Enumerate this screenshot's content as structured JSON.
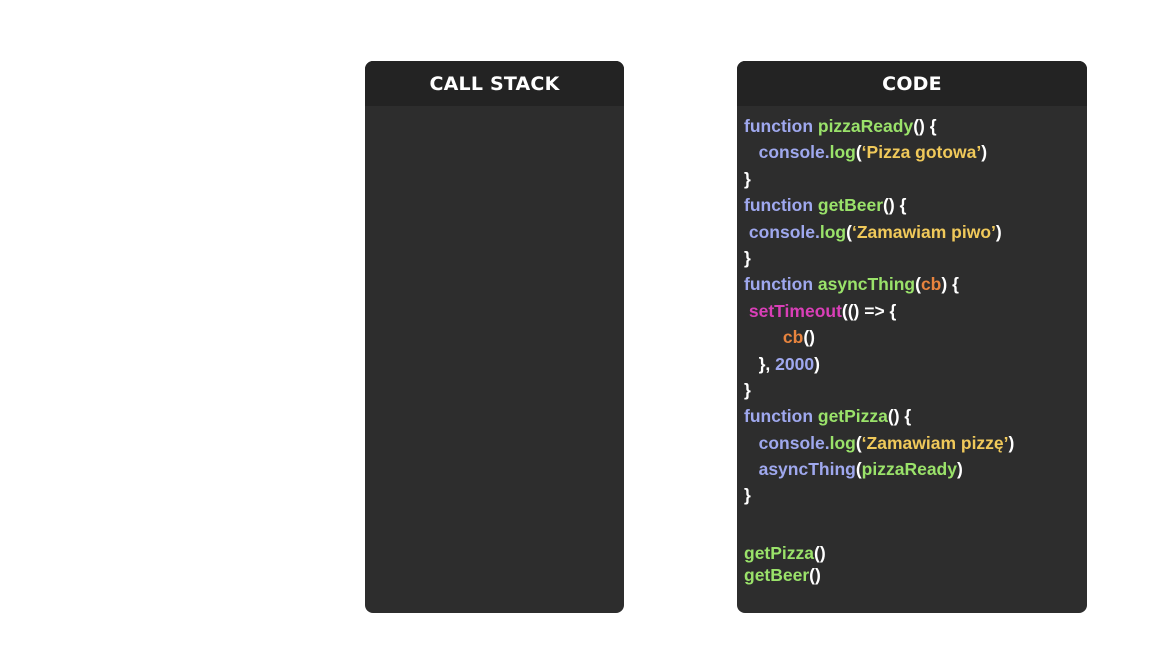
{
  "colors": {
    "keyword": "#9fa8ee",
    "function": "#9ae26a",
    "string": "#f0c95a",
    "param": "#e8843e",
    "builtin": "#d93fb7",
    "number": "#9fa8ee",
    "punct": "#ffffff"
  },
  "call_stack": {
    "title": "CALL STACK"
  },
  "code_panel": {
    "title": "CODE",
    "lines": [
      {
        "tokens": [
          {
            "t": "function ",
            "c": "keyword"
          },
          {
            "t": "pizzaReady",
            "c": "function"
          },
          {
            "t": "() {",
            "c": "punct"
          }
        ]
      },
      {
        "tokens": [
          {
            "t": "   ",
            "c": "punct"
          },
          {
            "t": "console.",
            "c": "keyword"
          },
          {
            "t": "log",
            "c": "function"
          },
          {
            "t": "(",
            "c": "punct"
          },
          {
            "t": "‘Pizza gotowa’",
            "c": "string"
          },
          {
            "t": ")",
            "c": "punct"
          }
        ]
      },
      {
        "tokens": [
          {
            "t": "}",
            "c": "punct"
          }
        ]
      },
      {
        "tokens": [
          {
            "t": "function ",
            "c": "keyword"
          },
          {
            "t": "getBeer",
            "c": "function"
          },
          {
            "t": "() {",
            "c": "punct"
          }
        ]
      },
      {
        "tokens": [
          {
            "t": " ",
            "c": "punct"
          },
          {
            "t": "console.",
            "c": "keyword"
          },
          {
            "t": "log",
            "c": "function"
          },
          {
            "t": "(",
            "c": "punct"
          },
          {
            "t": "‘Zamawiam piwo’",
            "c": "string"
          },
          {
            "t": ")",
            "c": "punct"
          }
        ]
      },
      {
        "tokens": [
          {
            "t": "}",
            "c": "punct"
          }
        ]
      },
      {
        "tokens": [
          {
            "t": "function ",
            "c": "keyword"
          },
          {
            "t": "asyncThing",
            "c": "function"
          },
          {
            "t": "(",
            "c": "punct"
          },
          {
            "t": "cb",
            "c": "param"
          },
          {
            "t": ") {",
            "c": "punct"
          }
        ]
      },
      {
        "tokens": [
          {
            "t": " ",
            "c": "punct"
          },
          {
            "t": "setTimeout",
            "c": "builtin"
          },
          {
            "t": "(() => {",
            "c": "punct"
          }
        ]
      },
      {
        "tokens": [
          {
            "t": "        ",
            "c": "punct"
          },
          {
            "t": "cb",
            "c": "param"
          },
          {
            "t": "()",
            "c": "punct"
          }
        ]
      },
      {
        "tokens": [
          {
            "t": "   }, ",
            "c": "punct"
          },
          {
            "t": "2000",
            "c": "number"
          },
          {
            "t": ")",
            "c": "punct"
          }
        ]
      },
      {
        "tokens": [
          {
            "t": "}",
            "c": "punct"
          }
        ]
      },
      {
        "tokens": [
          {
            "t": "function ",
            "c": "keyword"
          },
          {
            "t": "getPizza",
            "c": "function"
          },
          {
            "t": "() {",
            "c": "punct"
          }
        ]
      },
      {
        "tokens": [
          {
            "t": "   ",
            "c": "punct"
          },
          {
            "t": "console.",
            "c": "keyword"
          },
          {
            "t": "log",
            "c": "function"
          },
          {
            "t": "(",
            "c": "punct"
          },
          {
            "t": "‘Zamawiam pizzę’",
            "c": "string"
          },
          {
            "t": ")",
            "c": "punct"
          }
        ]
      },
      {
        "tokens": [
          {
            "t": "   ",
            "c": "punct"
          },
          {
            "t": "asyncThing",
            "c": "keyword"
          },
          {
            "t": "(",
            "c": "punct"
          },
          {
            "t": "pizzaReady",
            "c": "function"
          },
          {
            "t": ")",
            "c": "punct"
          }
        ]
      },
      {
        "tokens": [
          {
            "t": "}",
            "c": "punct"
          }
        ]
      },
      {
        "blank": true,
        "tokens": []
      },
      {
        "tight": true,
        "tokens": [
          {
            "t": "getPizza",
            "c": "function"
          },
          {
            "t": "()",
            "c": "punct"
          }
        ]
      },
      {
        "tight": true,
        "tokens": [
          {
            "t": "getBeer",
            "c": "function"
          },
          {
            "t": "()",
            "c": "punct"
          }
        ]
      }
    ]
  }
}
